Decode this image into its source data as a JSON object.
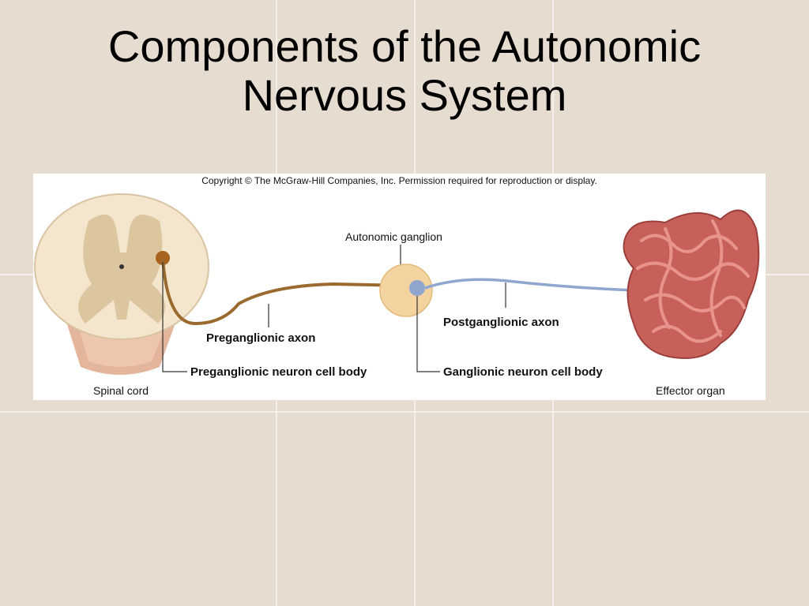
{
  "slide": {
    "title_line1": "Components of the Autonomic",
    "title_line2": "Nervous System"
  },
  "figure": {
    "copyright": "Copyright © The McGraw-Hill Companies, Inc. Permission required for reproduction or display.",
    "labels": {
      "autonomic_ganglion": "Autonomic ganglion",
      "preganglionic_axon": "Preganglionic axon",
      "postganglionic_axon": "Postganglionic axon",
      "preganglionic_neuron_cell_body": "Preganglionic neuron cell body",
      "ganglionic_neuron_cell_body": "Ganglionic neuron cell body",
      "spinal_cord": "Spinal cord",
      "effector_organ": "Effector organ"
    }
  },
  "colors": {
    "background": "#e6ddd0",
    "grid_line": "#f4efe8",
    "preganglionic": "#9a6a2e",
    "postganglionic": "#8fa6cf",
    "ganglion": "#f3d3a0",
    "intestine": "#c8605a"
  }
}
